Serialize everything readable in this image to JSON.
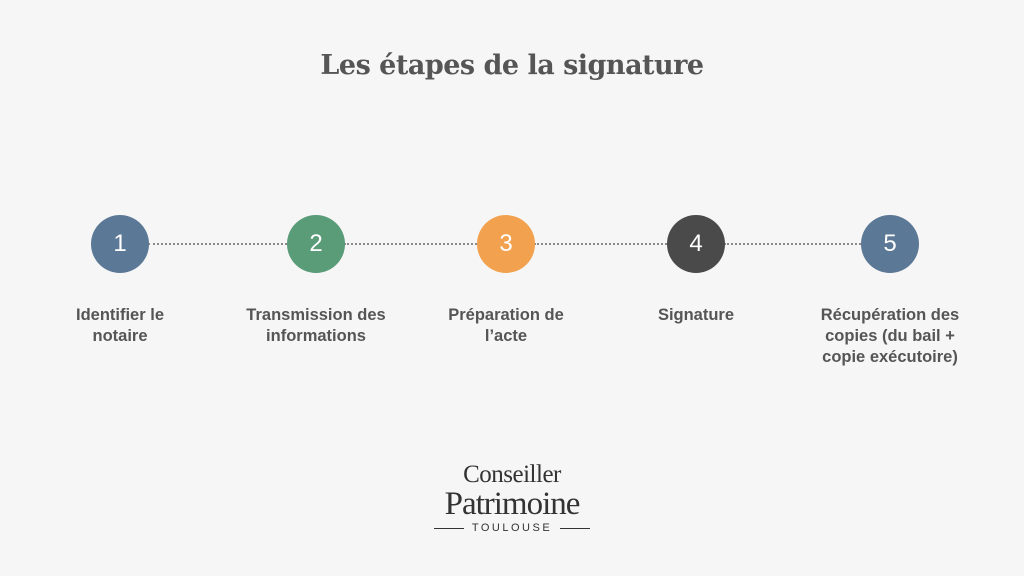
{
  "title": "Les étapes de la signature",
  "steps": [
    {
      "number": "1",
      "label": "Identifier le notaire",
      "color": "#5b7896"
    },
    {
      "number": "2",
      "label": "Transmission des informations",
      "color": "#5a9b78"
    },
    {
      "number": "3",
      "label": "Préparation de l’acte",
      "color": "#f2a24e"
    },
    {
      "number": "4",
      "label": "Signature",
      "color": "#4a4a4a"
    },
    {
      "number": "5",
      "label": "Récupération des copies (du bail + copie exécutoire)",
      "color": "#5b7896"
    }
  ],
  "logo": {
    "line1": "Conseiller",
    "line2": "Patrimoine",
    "line3": "TOULOUSE"
  }
}
